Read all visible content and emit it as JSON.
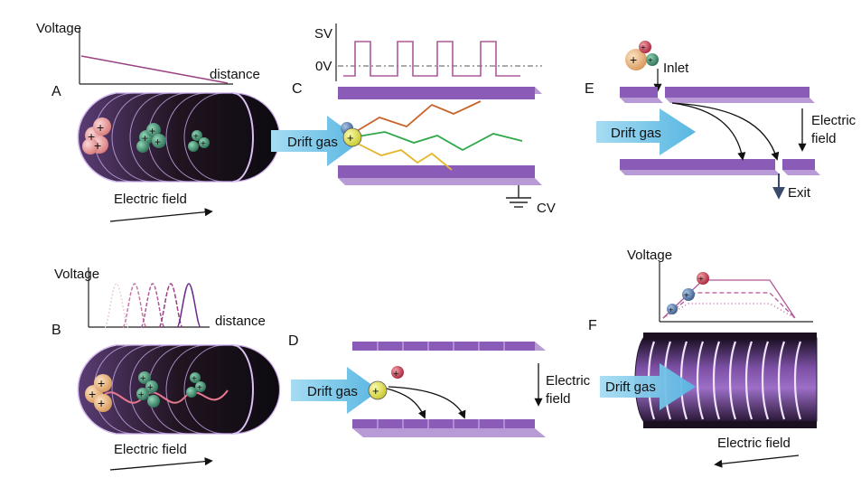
{
  "panels": {
    "A": {
      "letter": "A",
      "y_label": "Voltage",
      "x_label": "distance",
      "field_label": "Electric field"
    },
    "B": {
      "letter": "B",
      "y_label": "Voltage",
      "x_label": "distance",
      "field_label": "Electric field"
    },
    "C": {
      "letter": "C",
      "sv_label": "SV",
      "zero_label": "0V",
      "gas_label": "Drift gas",
      "cv_label": "CV"
    },
    "D": {
      "letter": "D",
      "gas_label": "Drift gas",
      "field_label_1": "Electric",
      "field_label_2": "field"
    },
    "E": {
      "letter": "E",
      "inlet_label": "Inlet",
      "gas_label": "Drift gas",
      "field_label_1": "Electric",
      "field_label_2": "field",
      "exit_label": "Exit"
    },
    "F": {
      "letter": "F",
      "y_label": "Voltage",
      "gas_label": "Drift gas",
      "field_label": "Electric field"
    }
  },
  "colors": {
    "plate": "#8a5cb8",
    "arrow": "#7ec8ea",
    "ion_pink": "#e79a9a",
    "ion_green": "#3f8a6e",
    "ion_yellow": "#d8d84a",
    "ion_tan": "#e8b478",
    "trace_orange": "#c8642a",
    "trace_green": "#2fa84a",
    "trace_yellow": "#e6b52a",
    "waveform": "#a0449a"
  }
}
